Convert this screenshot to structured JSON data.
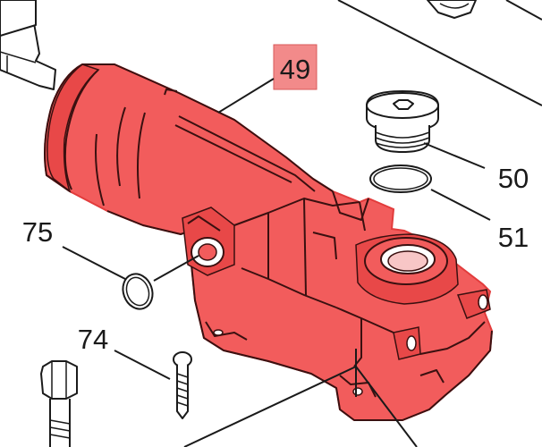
{
  "callouts": {
    "p49": "49",
    "p50": "50",
    "p51": "51",
    "p74": "74",
    "p75": "75"
  },
  "colors": {
    "highlight": "#f25c5c",
    "highlight_label_bg": "#f28a8a",
    "ink": "#1a1a1a"
  },
  "highlighted_part": "49"
}
